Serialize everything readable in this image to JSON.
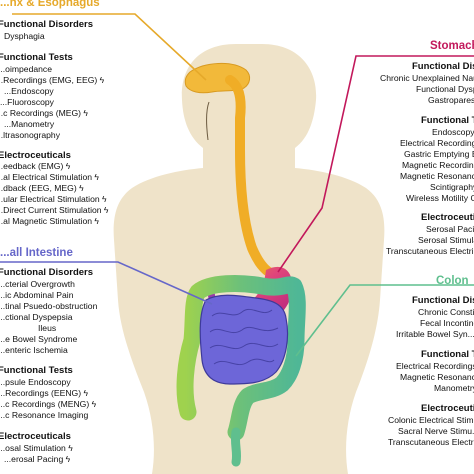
{
  "colors": {
    "pharynx_esophagus": "#e6a92a",
    "stomach": "#c2185b",
    "small_intestine": "#6667c9",
    "colon": "#5fbf8e",
    "body": "#efe3c9"
  },
  "pharynx": {
    "title": "...nx & Esophagus",
    "fd_head": "Functional Disorders",
    "fd": [
      "Dysphagia"
    ],
    "ft_head": "Functional Tests",
    "ft": [
      "...oimpedance",
      "...Recordings (EMG, EEG) ϟ",
      "...Endoscopy",
      "...Fluoroscopy",
      "...c Recordings (MEG) ϟ",
      "...Manometry",
      "...ltrasonography"
    ],
    "el_head": "Electroceuticals",
    "el": [
      "...eedback (EMG) ϟ",
      "...al Electrical Stimulation ϟ",
      "...dback (EEG, MEG) ϟ",
      "...ular Electrical Stimulation ϟ",
      "...Direct Current Stimulation ϟ",
      "...al Magnetic Stimulation ϟ"
    ]
  },
  "stomach": {
    "title": "Stomach",
    "fd_head": "Functional Diso...",
    "fd": [
      "Chronic Unexplained Nause...",
      "Functional Dyspe...",
      "Gastroparesi..."
    ],
    "ft_head": "Functional Tes...",
    "ft": [
      "Endoscopy",
      "Electrical Recording...",
      "Gastric Emptying Bre...",
      "Magnetic Recording...",
      "Magnetic Resonance...",
      "Scintigraphy",
      "Wireless Motility Ca..."
    ],
    "el_head": "Electroceutica...",
    "el": [
      "Serosal Pacin...",
      "Serosal Stimula...",
      "Transcutaneous Electrica..."
    ]
  },
  "small_intestine": {
    "title": "...all Intestine",
    "fd_head": "Functional Disorders",
    "fd": [
      "...cterial Overgrowth",
      "...ic Abdominal Pain",
      "...tinal Psuedo-obstruction",
      "...ctional Dyspepsia",
      "Ileus",
      "...e Bowel Syndrome",
      "...enteric Ischemia"
    ],
    "ft_head": "Functional Tests",
    "ft": [
      "...psule Endoscopy",
      "...Recordings (EENG) ϟ",
      "...c Recordings (MENG) ϟ",
      "...c Resonance Imaging"
    ],
    "el_head": "Electroceuticals",
    "el": [
      "...osal Stimulation ϟ",
      "...erosal Pacing ϟ"
    ]
  },
  "colon": {
    "title": "Colon",
    "fd_head": "Functional Disor...",
    "fd": [
      "Chronic Constip...",
      "Fecal Incontine...",
      "Irritable Bowel Syn..."
    ],
    "ft_head": "Functional Tes...",
    "ft": [
      "Electrical Recordings...",
      "Magnetic Resonance...",
      "Manometry"
    ],
    "el_head": "Electroceutica...",
    "el": [
      "Colonic Electrical Stim...",
      "Sacral Nerve Stimu...",
      "Transcutaneous Electric..."
    ]
  }
}
